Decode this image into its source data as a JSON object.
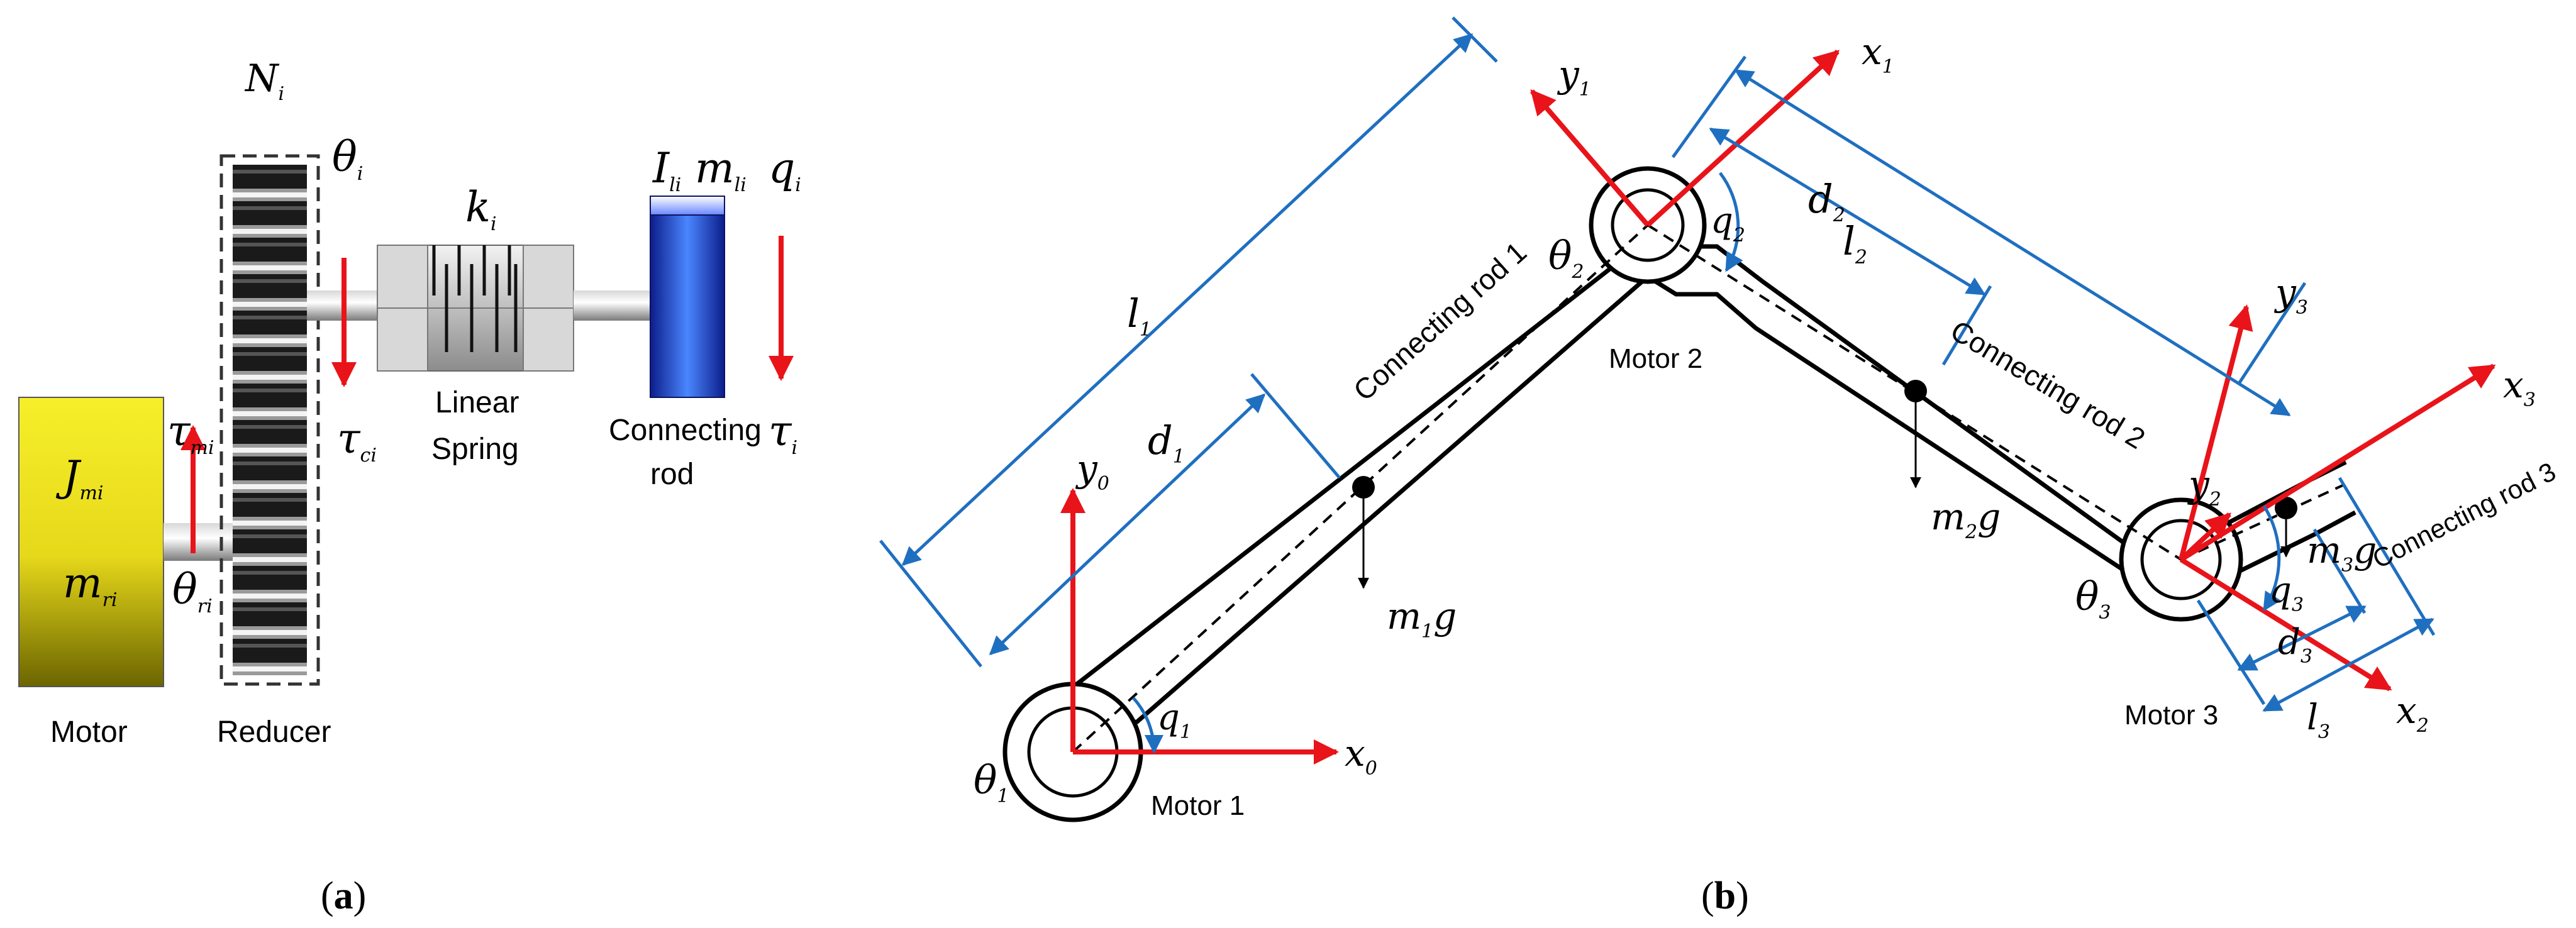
{
  "panel_a": {
    "caption": "a",
    "motor_label": "Motor",
    "reducer_label": "Reducer",
    "spring_label_line1": "Linear",
    "spring_label_line2": "Spring",
    "rod_label_line1": "Connecting",
    "rod_label_line2": "rod",
    "sym_N": "N",
    "sym_N_sub": "i",
    "sym_theta_i": "θ",
    "sym_theta_i_sub": "i",
    "sym_k": "k",
    "sym_k_sub": "i",
    "sym_I": "I",
    "sym_I_sub": "li",
    "sym_m": "m",
    "sym_m_sub": "li",
    "sym_q": "q",
    "sym_q_sub": "i",
    "sym_J": "J",
    "sym_J_sub": "mi",
    "sym_mr": "m",
    "sym_mr_sub": "ri",
    "sym_tau_m": "τ",
    "sym_tau_m_sub": "mi",
    "sym_tau_c": "τ",
    "sym_tau_c_sub": "ci",
    "sym_tau": "τ",
    "sym_tau_sub": "i",
    "sym_theta_r": "θ",
    "sym_theta_r_sub": "ri",
    "colors": {
      "motor": "#f2e51a",
      "arrow": "#e8141a",
      "rod": "#2f63d9"
    }
  },
  "panel_b": {
    "caption": "b",
    "motor1": "Motor 1",
    "motor2": "Motor 2",
    "motor3": "Motor 3",
    "rod1": "Connecting rod 1",
    "rod2": "Connecting rod 2",
    "rod3": "Connecting rod 3",
    "l1": "l",
    "l1_sub": "1",
    "l2": "l",
    "l2_sub": "2",
    "l3": "l",
    "l3_sub": "3",
    "d1": "d",
    "d1_sub": "1",
    "d2": "d",
    "d2_sub": "2",
    "d3": "d",
    "d3_sub": "3",
    "q1": "q",
    "q1_sub": "1",
    "q2": "q",
    "q2_sub": "2",
    "q3": "q",
    "q3_sub": "3",
    "th1": "θ",
    "th1_sub": "1",
    "th2": "θ",
    "th2_sub": "2",
    "th3": "θ",
    "th3_sub": "3",
    "x0": "x",
    "x0_sub": "0",
    "y0": "y",
    "y0_sub": "0",
    "x1": "x",
    "x1_sub": "1",
    "y1": "y",
    "y1_sub": "1",
    "x2": "x",
    "x2_sub": "2",
    "y2": "y",
    "y2_sub": "2",
    "x3": "x",
    "x3_sub": "3",
    "y3": "y",
    "y3_sub": "3",
    "m1g": "m",
    "m1g_sub": "1",
    "m1g_g": "g",
    "m2g": "m",
    "m2g_sub": "2",
    "m2g_g": "g",
    "m3g": "m",
    "m3g_sub": "3",
    "m3g_g": "g",
    "colors": {
      "frame": "#e8141a",
      "dimension": "#1f6fc0",
      "link": "#000000"
    }
  }
}
